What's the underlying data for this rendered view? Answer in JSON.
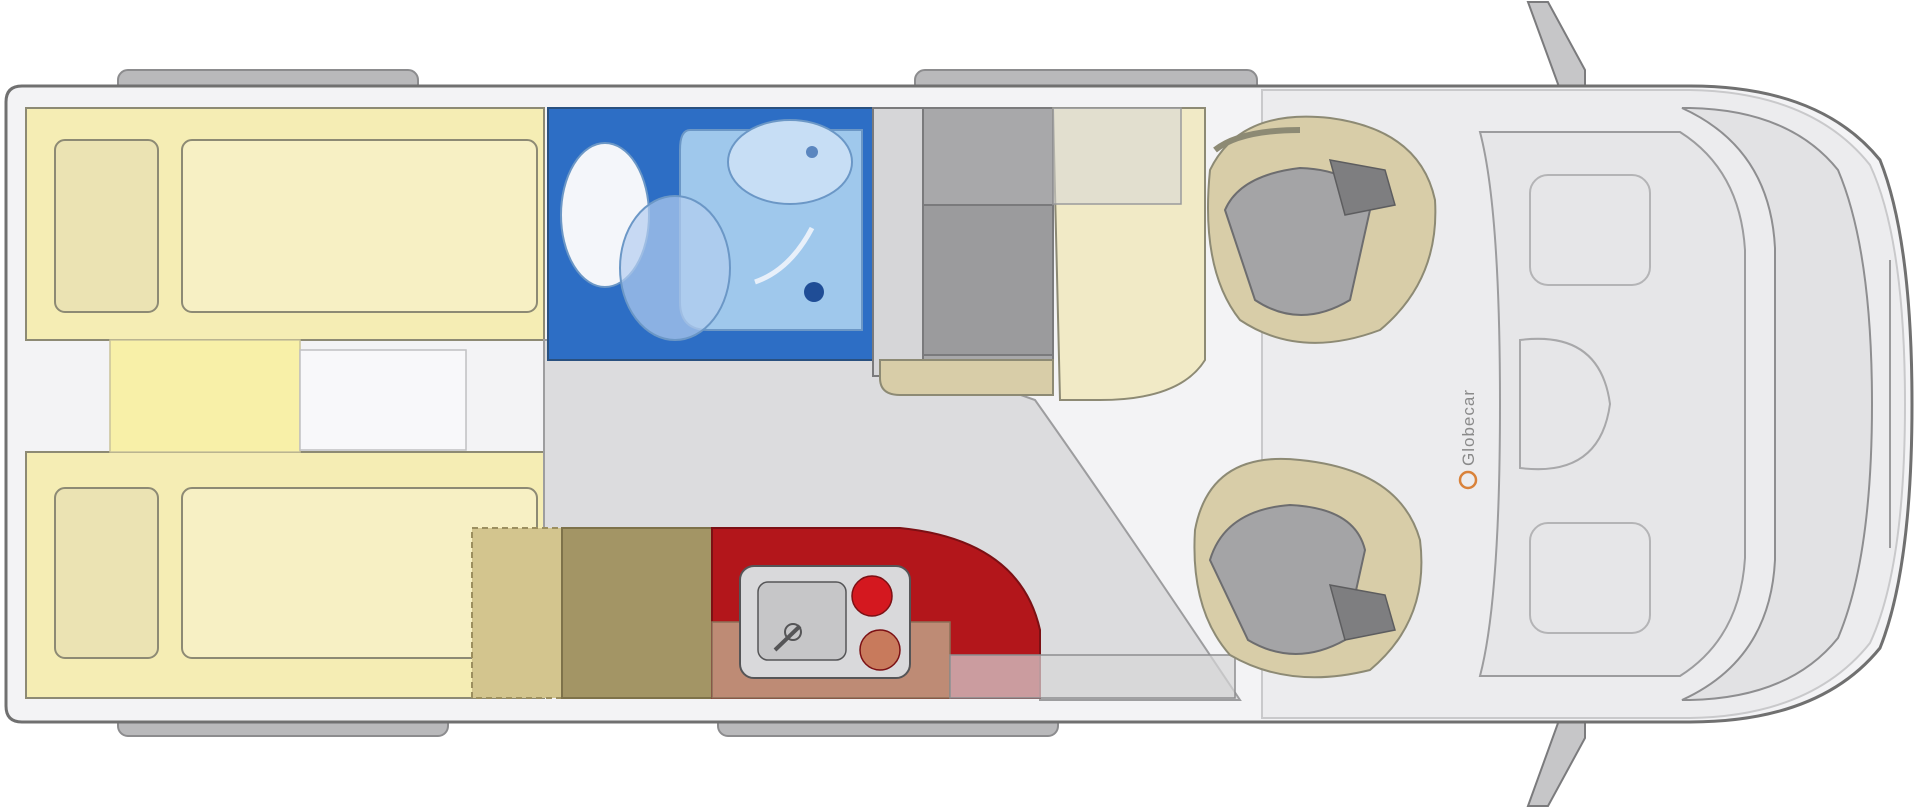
{
  "diagram": {
    "type": "camper-van-floor-plan",
    "brand": {
      "logo_text": "Globecar",
      "logo_color": "#d9823a"
    },
    "zones": [
      "rear-bed-left",
      "rear-bed-right",
      "bathroom",
      "wardrobe",
      "dinette-bench",
      "kitchen",
      "driver-seat",
      "passenger-seat",
      "cab"
    ],
    "colors": {
      "body_outline": "#707070",
      "floor": "#f1f1f3",
      "aisle": "#dcdcde",
      "bed": "#f5edb4",
      "bath_blue": "#2d6ec5",
      "kitchen_red": "#b3161b",
      "cabinet_olive": "#a39565",
      "seat_beige": "#d8cda8",
      "seat_grey": "#9c9c9c"
    }
  }
}
